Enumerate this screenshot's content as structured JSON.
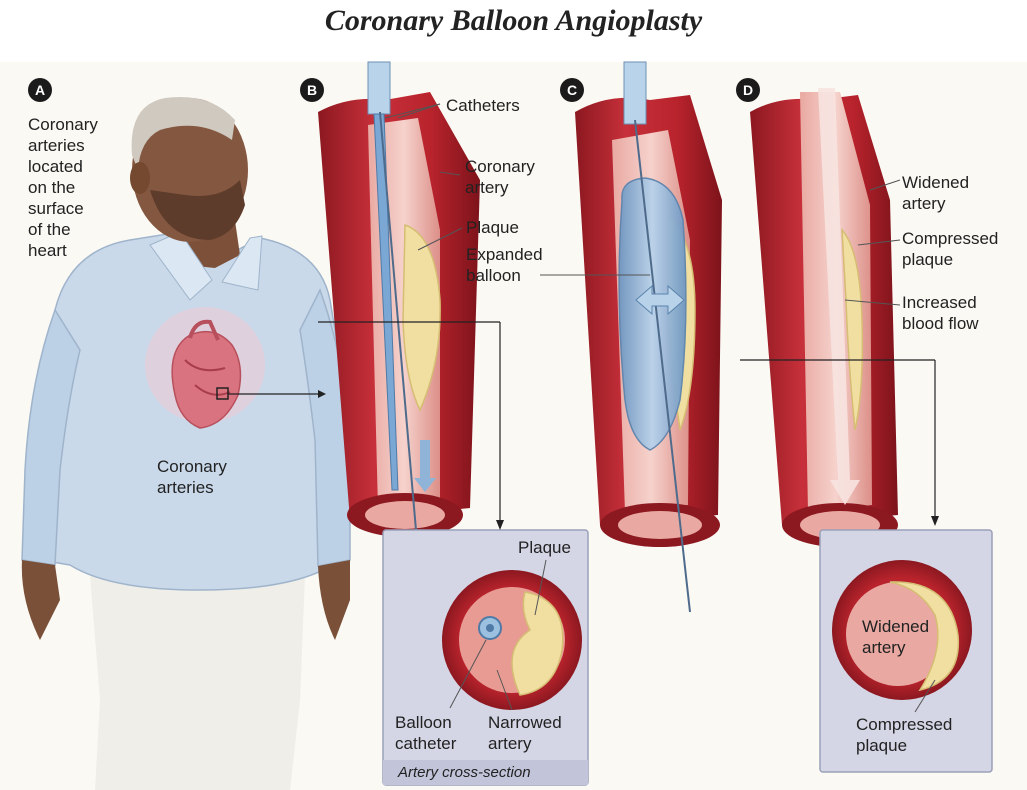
{
  "title": "Coronary Balloon Angioplasty",
  "panels": {
    "a": {
      "badge": "A",
      "location_text": [
        "Coronary",
        "arteries",
        "located",
        "on the",
        "surface",
        "of the",
        "heart"
      ],
      "arteries_label": [
        "Coronary",
        "arteries"
      ]
    },
    "b": {
      "badge": "B",
      "catheters": "Catheters",
      "coronary_artery": [
        "Coronary",
        "artery"
      ],
      "plaque": "Plaque"
    },
    "c": {
      "badge": "C",
      "expanded_balloon": [
        "Expanded",
        "balloon"
      ]
    },
    "d": {
      "badge": "D",
      "widened_artery": [
        "Widened",
        "artery"
      ],
      "compressed_plaque": [
        "Compressed",
        "plaque"
      ],
      "increased_flow": [
        "Increased",
        "blood flow"
      ]
    }
  },
  "cross_section_left": {
    "plaque": "Plaque",
    "balloon_catheter": [
      "Balloon",
      "catheter"
    ],
    "narrowed_artery": [
      "Narrowed",
      "artery"
    ],
    "caption": "Artery cross-section"
  },
  "cross_section_right": {
    "widened_artery": [
      "Widened",
      "artery"
    ],
    "compressed_plaque": [
      "Compressed",
      "plaque"
    ]
  },
  "colors": {
    "artery_red": "#b8232c",
    "artery_dark": "#8c1820",
    "plaque_yellow": "#f1dfa2",
    "panel_bg": "#d4d6e6",
    "shirt_blue": "#c9d9ea",
    "balloon_blue": "#8fb4d8"
  }
}
